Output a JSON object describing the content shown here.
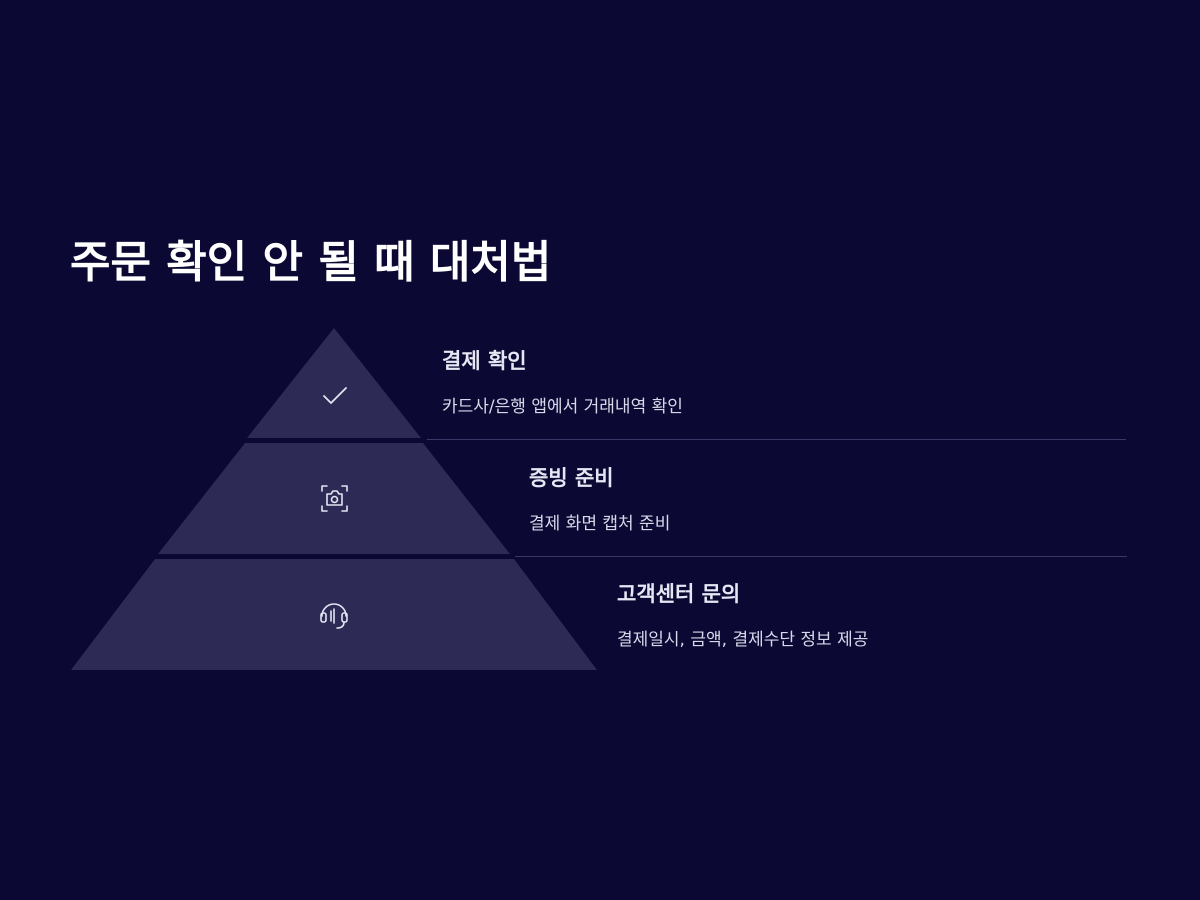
{
  "title": "주문 확인 안 될 때 대처법",
  "colors": {
    "background": "#0b0933",
    "title": "#ffffff",
    "tier": "#2d2b56",
    "icon": "#e4e4f2",
    "heading": "#e6e6f4",
    "description": "#d8d8ea",
    "divider": "#3a3868"
  },
  "levels": [
    {
      "heading": "결제 확인",
      "description": "카드사/은행 앱에서 거래내역 확인",
      "icon": "check-icon"
    },
    {
      "heading": "증빙 준비",
      "description": "결제 화면 캡처 준비",
      "icon": "camera-icon"
    },
    {
      "heading": "고객센터 문의",
      "description": "결제일시, 금액, 결제수단 정보 제공",
      "icon": "headset-icon"
    }
  ]
}
